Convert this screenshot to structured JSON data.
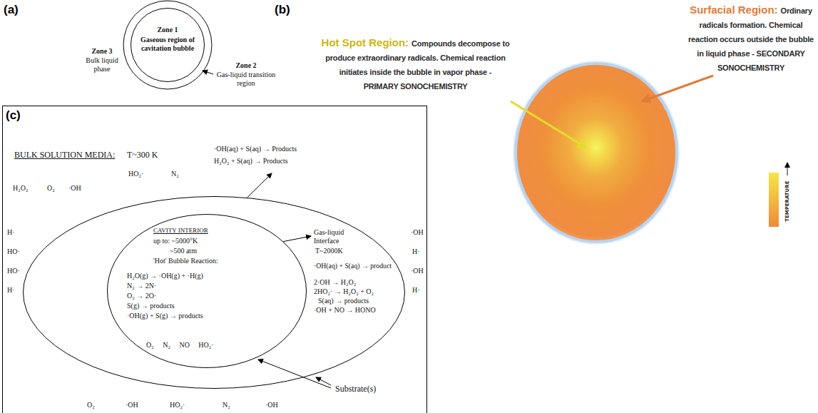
{
  "diagram": {
    "nodes": [
      {
        "text": [
          "Zone 1",
          "Gaseous region of cavitation bubble"
        ]
      },
      {
        "text": [
          "BULK SOLUTION MEDIA:",
          "T~300 K",
          "·OH(aq) + S(aq) → Products",
          "H₂O₂ + S(aq) → Products",
          "HO₂·",
          "N₂",
          "H₂O₂",
          "O₂",
          "·OH",
          "H·",
          "HO·",
          "HO·",
          "H·",
          "·OH",
          "H·",
          "·OH",
          "H·",
          "Substrate(s)",
          "O₂",
          "·OH",
          "HO₂·",
          "N₂",
          "·OH"
        ]
      },
      {
        "text": [
          "Gas-liquid Interface",
          "T~2000K",
          "·OH(aq) + S(aq) → product",
          "2·OH → H₂O₂",
          "2HO₂· → H₂O₂ + O₂",
          "S(aq) → products",
          "·OH + NO → HONO"
        ],
        "in": 1
      },
      {
        "text": [
          "CAVITY INTERIOR",
          "up to: ~5000°K",
          "~500 atm",
          "'Hot' Bubble Reaction:",
          "H₂O(g) → ·OH(g) + ·H(g)",
          "N₂ → 2N·",
          "O₂ → 2O·",
          "S(g) → products",
          "·OH(g) + S(g) → products",
          "O₂ N₂ NO HO₂·"
        ],
        "in": 2
      }
    ],
    "edges": [
      {
        "from": 3,
        "to": 2,
        "arrow": "to"
      },
      {
        "from": 2,
        "to": 1,
        "arrow": "to"
      }
    ],
    "labels": [
      "(a)",
      "Zone 3",
      "Bulk liquid phase",
      "Zone 2",
      "Gas-liquid transition region",
      "(b)",
      "Hot Spot Region:",
      "Compounds decompose to produce extraordinary radicals. Chemical reaction initiates inside the bubble in vapor phase - PRIMARY SONOCHEMISTRY",
      "Surfacial Region:",
      "Ordinary radicals formation. Chemical reaction occurs outside the bubble in liquid phase - SECONDARY SONOCHEMISTRY",
      "TEMPERATURE",
      "(c)"
    ]
  }
}
